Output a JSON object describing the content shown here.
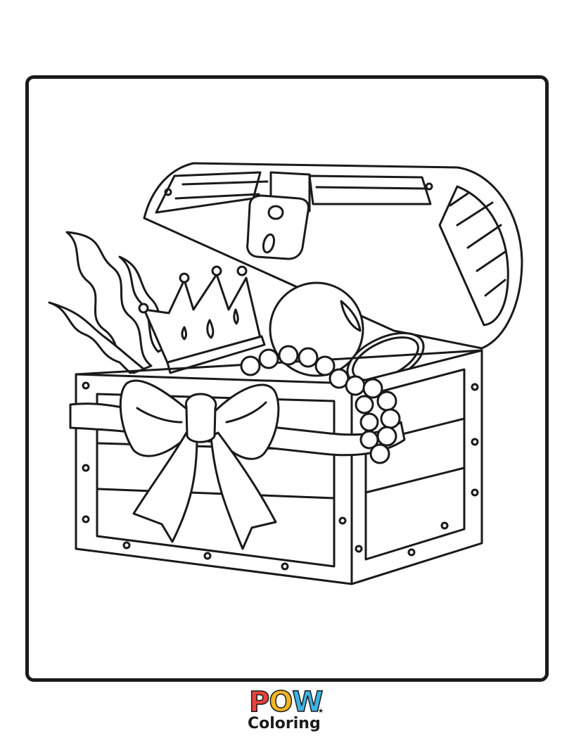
{
  "logo": {
    "pow_p": "P",
    "pow_o": "O",
    "pow_w": "W",
    "coloring": "Coloring",
    "colors": {
      "p": "#e8413c",
      "o": "#f3b423",
      "w": "#3bb3e4"
    }
  },
  "colors": {
    "line": "#1a1a1a",
    "paper": "#ffffff"
  },
  "icons": [
    "treasure-chest-icon",
    "crown-icon",
    "bow-icon",
    "pearl-necklace-icon",
    "seaweed-icon",
    "coin-icon",
    "crystal-ball-icon"
  ]
}
